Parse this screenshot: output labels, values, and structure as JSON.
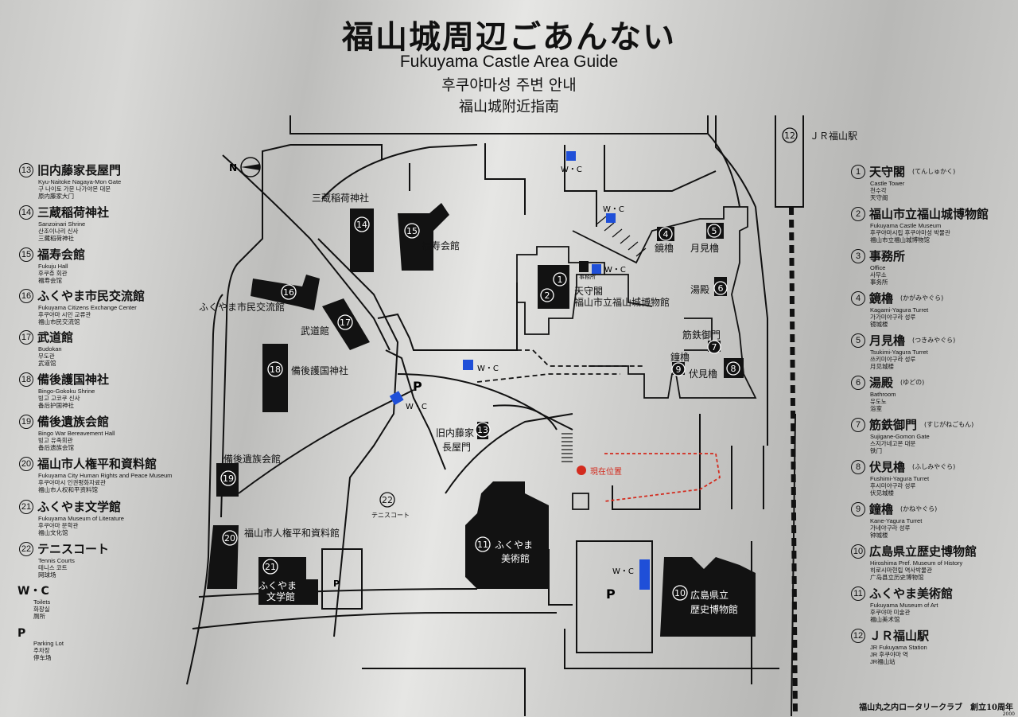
{
  "header": {
    "title": "福山城周辺ごあんない",
    "subtitle_en": "Fukuyama Castle Area Guide",
    "subtitle_ko": "후쿠야마성 주변 안내",
    "subtitle_zh": "福山城附近指南"
  },
  "compass": {
    "label": "N"
  },
  "legend_left": [
    {
      "num": "13",
      "name": "旧内藤家長屋門",
      "en": "Kyu-Naitoke Nagaya-Mon Gate",
      "ko": "구 나이토 가문 나가야몬 대문",
      "zh": "原内藤家大门"
    },
    {
      "num": "14",
      "name": "三蔵稲荷神社",
      "en": "Sanzoinari Shrine",
      "ko": "산조이나리 신사",
      "zh": "三藏稻荷神社"
    },
    {
      "num": "15",
      "name": "福寿会館",
      "en": "Fukuju Hall",
      "ko": "후쿠쥬 회관",
      "zh": "福寿会馆"
    },
    {
      "num": "16",
      "name": "ふくやま市民交流館",
      "en": "Fukuyama Citizens Exchange Center",
      "ko": "후쿠야마 시민 교류관",
      "zh": "福山市民交流馆"
    },
    {
      "num": "17",
      "name": "武道館",
      "en": "Budokan",
      "ko": "무도관",
      "zh": "武道馆"
    },
    {
      "num": "18",
      "name": "備後護国神社",
      "en": "Bingo-Gokoku Shrine",
      "ko": "빙고 고코쿠 신사",
      "zh": "备后护国神社"
    },
    {
      "num": "19",
      "name": "備後遺族会館",
      "en": "Bingo War Bereavement Hall",
      "ko": "빙고 유족회관",
      "zh": "备后遗族会馆"
    },
    {
      "num": "20",
      "name": "福山市人権平和資料館",
      "en": "Fukuyama City Human Rights and Peace Museum",
      "ko": "후쿠야마시 인권평화자료관",
      "zh": "福山市人权和平资料馆"
    },
    {
      "num": "21",
      "name": "ふくやま文学館",
      "en": "Fukuyama Museum of Literature",
      "ko": "후쿠야마 문학관",
      "zh": "福山文化馆"
    },
    {
      "num": "22",
      "name": "テニスコート",
      "en": "Tennis Courts",
      "ko": "테니스 코트",
      "zh": "网球场"
    }
  ],
  "legend_extra": [
    {
      "name": "W・C",
      "en": "Toilets",
      "ko": "화장실",
      "zh": "厕所"
    },
    {
      "name": "P",
      "en": "Parking Lot",
      "ko": "주차장",
      "zh": "停车场"
    }
  ],
  "legend_right": [
    {
      "num": "1",
      "name": "天守閣",
      "kana": "(てんしゅかく)",
      "en": "Castle Tower",
      "ko": "천수각",
      "zh": "天守阁"
    },
    {
      "num": "2",
      "name": "福山市立福山城博物館",
      "kana": "",
      "en": "Fukuyama Castle Museum",
      "ko": "후쿠야마시립 후쿠야마성 박물관",
      "zh": "福山市立福山城博物馆"
    },
    {
      "num": "3",
      "name": "事務所",
      "kana": "",
      "en": "Office",
      "ko": "사무소",
      "zh": "事务所"
    },
    {
      "num": "4",
      "name": "鏡櫓",
      "kana": "(かがみやぐら)",
      "en": "Kagami-Yagura Turret",
      "ko": "가가미야구라 성루",
      "zh": "镜城楼"
    },
    {
      "num": "5",
      "name": "月見櫓",
      "kana": "(つきみやぐら)",
      "en": "Tsukimi-Yagura Turret",
      "ko": "쓰키미야구라 성루",
      "zh": "月见城楼"
    },
    {
      "num": "6",
      "name": "湯殿",
      "kana": "(ゆどの)",
      "en": "Bathroom",
      "ko": "유도노",
      "zh": "浴室"
    },
    {
      "num": "7",
      "name": "筋鉄御門",
      "kana": "(すじがねごもん)",
      "en": "Sujigane-Gomon Gate",
      "ko": "스지가네고몬 대문",
      "zh": "铁门"
    },
    {
      "num": "8",
      "name": "伏見櫓",
      "kana": "(ふしみやぐら)",
      "en": "Fushimi-Yagura Turret",
      "ko": "후시미야구라 성루",
      "zh": "伏见城楼"
    },
    {
      "num": "9",
      "name": "鐘櫓",
      "kana": "(かねやぐら)",
      "en": "Kane-Yagura Turret",
      "ko": "가네야구라 성루",
      "zh": "钟城楼"
    },
    {
      "num": "10",
      "name": "広島県立歴史博物館",
      "kana": "",
      "en": "Hiroshima Pref. Museum of History",
      "ko": "히로시마현립 역사박물관",
      "zh": "广岛县立历史博物馆"
    },
    {
      "num": "11",
      "name": "ふくやま美術館",
      "kana": "",
      "en": "Fukuyama Museum of Art",
      "ko": "후쿠야마 미술관",
      "zh": "福山美术馆"
    },
    {
      "num": "12",
      "name": "ＪＲ福山駅",
      "kana": "",
      "en": "JR Fukuyama Station",
      "ko": "JR 후쿠야마 역",
      "zh": "JR福山站"
    }
  ],
  "map": {
    "labels": {
      "l14": "三蔵稲荷神社",
      "l15": "福寿会館",
      "l16": "ふくやま市民交流館",
      "l17": "武道館",
      "l18": "備後護国神社",
      "l19": "備後遺族会館",
      "l20": "福山市人権平和資料館",
      "l21a": "ふくやま",
      "l21b": "文学館",
      "l11a": "ふくやま",
      "l11b": "美術館",
      "l10a": "広島県立",
      "l10b": "歴史博物館",
      "l13a": "旧内藤家",
      "l13b": "長屋門",
      "l22": "テニスコート",
      "l1a": "天守閣",
      "l1b": "福山市立福山城博物館",
      "l4": "鏡櫓",
      "l5": "月見櫓",
      "l6": "湯殿",
      "l7": "筋鉄御門",
      "l8": "伏見櫓",
      "l9": "鐘櫓",
      "l3": "事務所",
      "here": "現在位置",
      "jr": "ＪＲ福山駅",
      "wc": "W・C",
      "p": "P"
    },
    "colors": {
      "wc": "#1f4fd8",
      "here": "#d32b1e"
    }
  },
  "footer": {
    "sponsor": "福山丸之内ロータリークラブ　創立10周年",
    "year": "2000"
  }
}
